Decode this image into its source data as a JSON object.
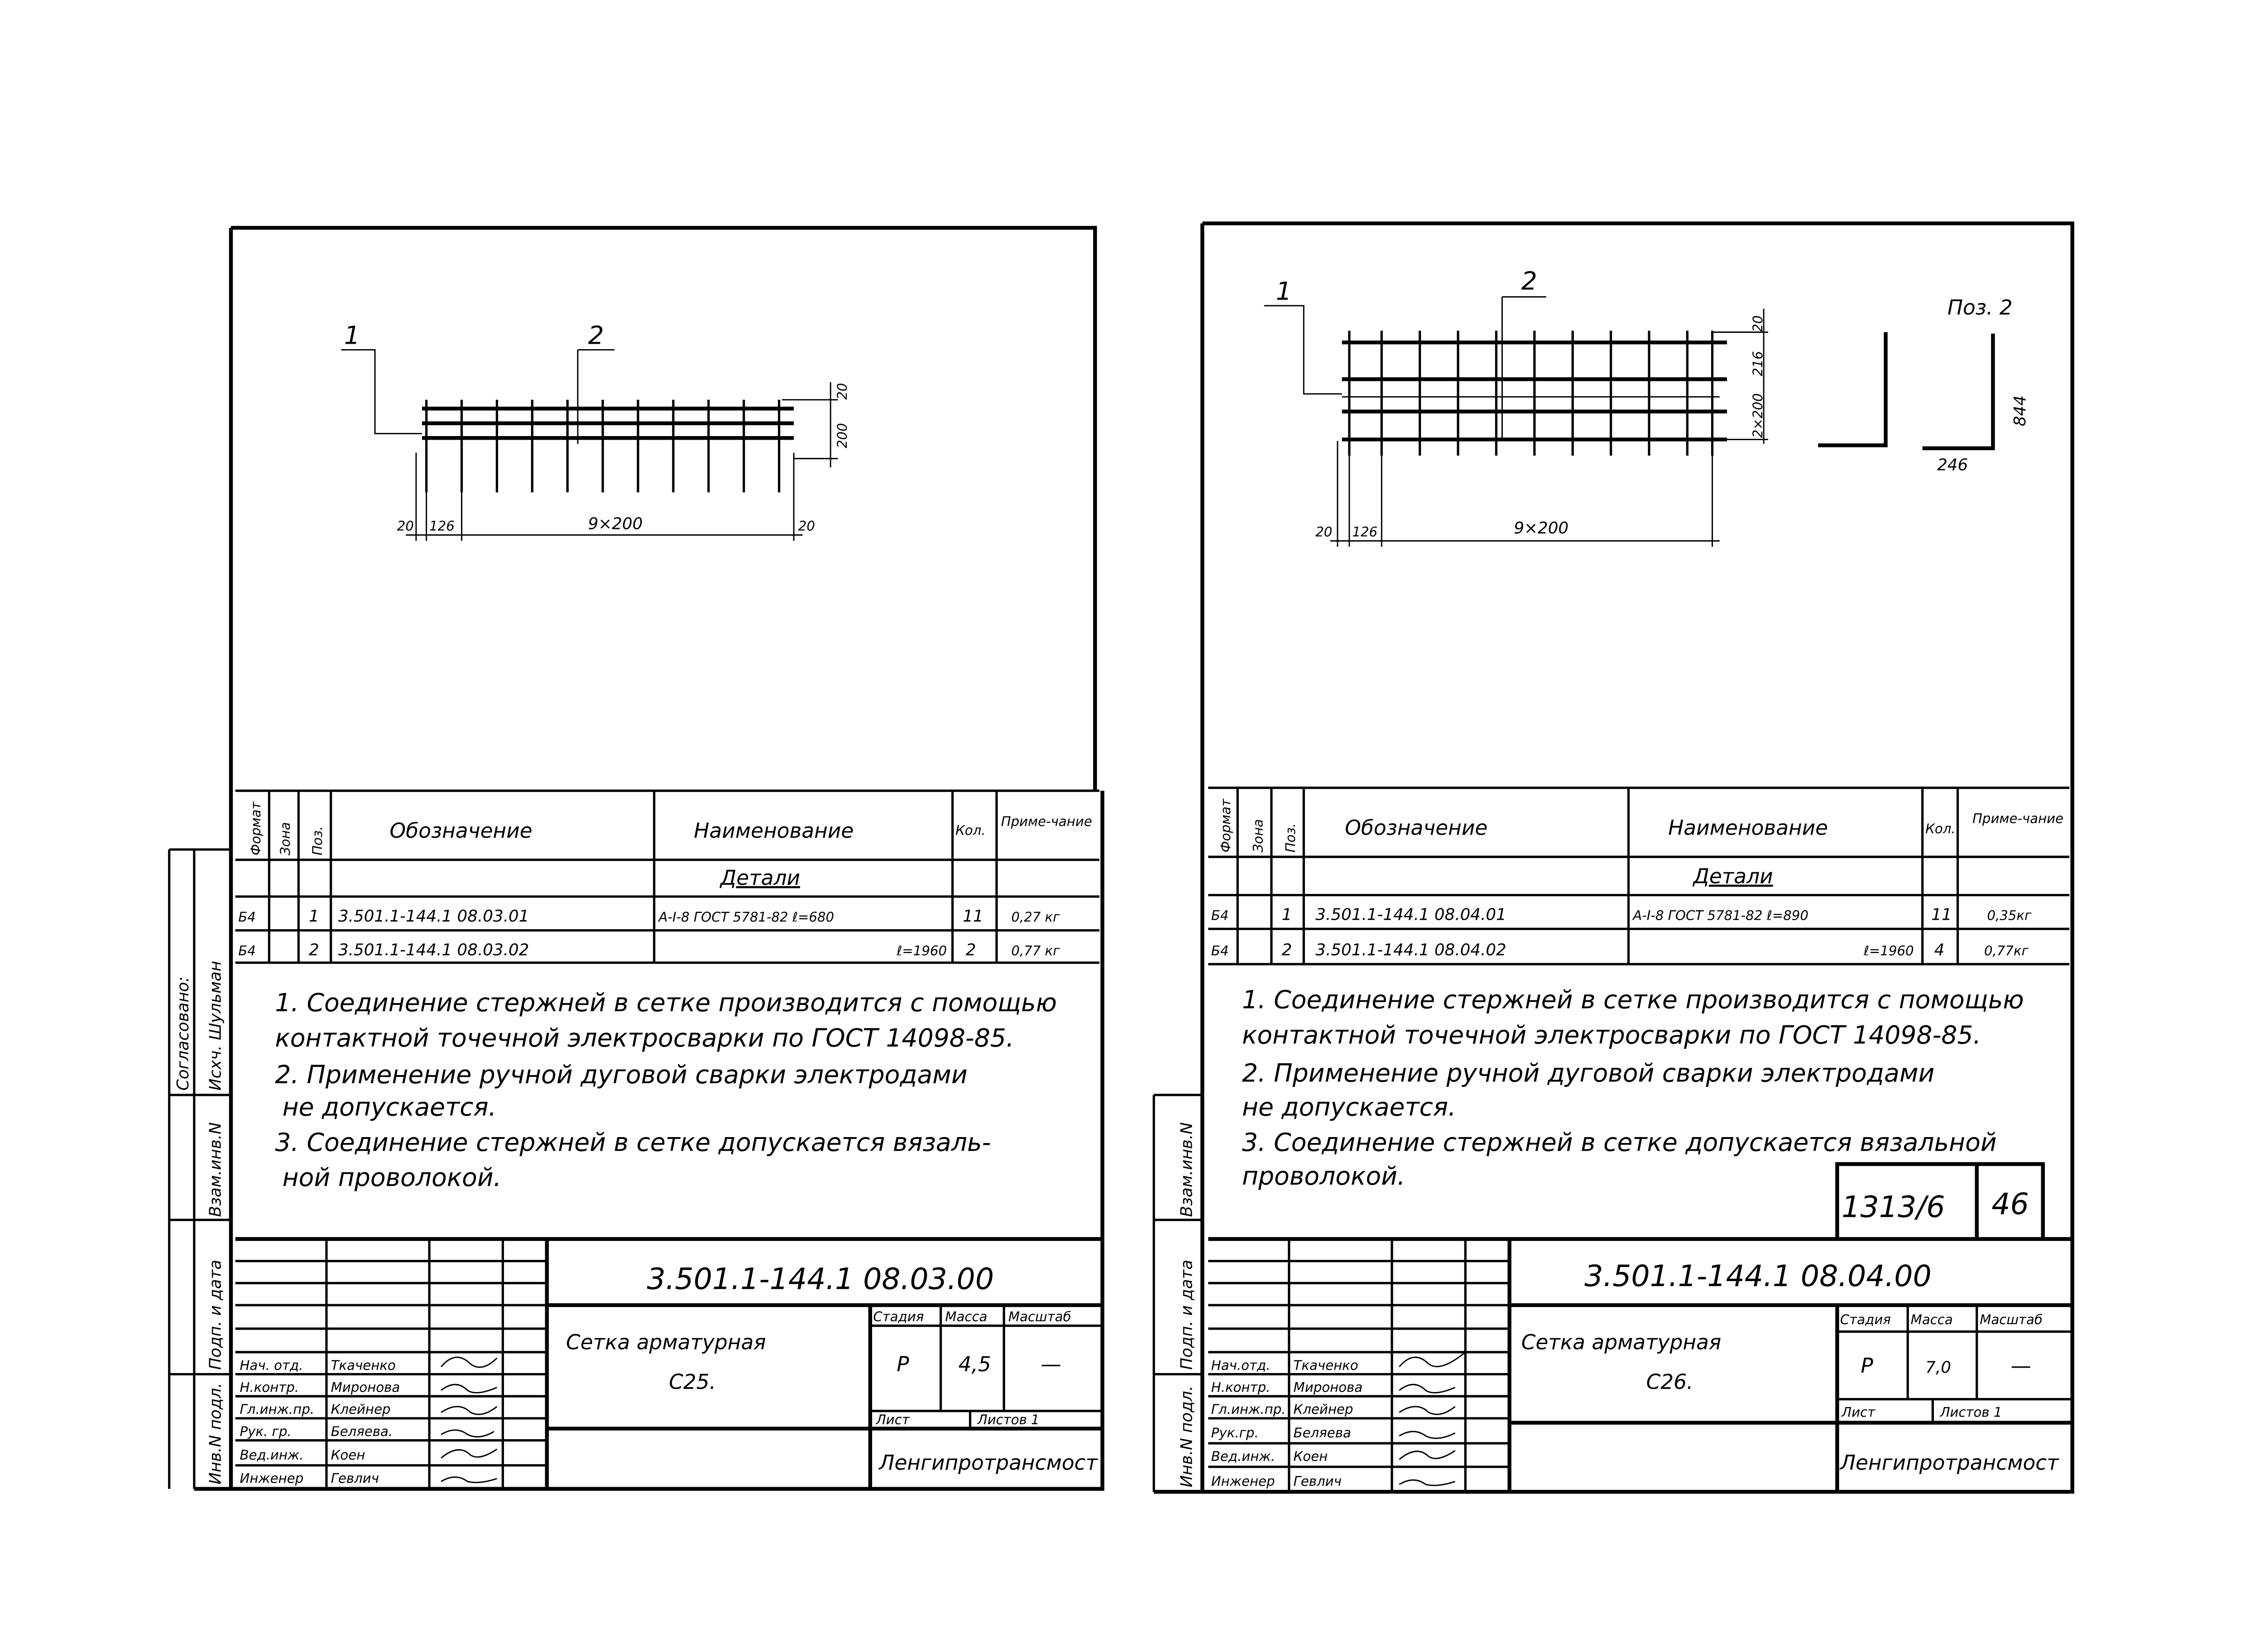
{
  "sheets": [
    {
      "drawing": {
        "pos1": "1",
        "pos2": "2",
        "dim_left": "20",
        "dim_first": "126",
        "dim_span": "9×200",
        "dim_right": "20",
        "dim_top": "20",
        "dim_height": "200"
      },
      "table": {
        "headers": {
          "format": "Формат",
          "zone": "Зона",
          "pos": "Поз.",
          "designation": "Обозначение",
          "name": "Наименование",
          "qty": "Кол.",
          "note": "Приме-чание"
        },
        "section": "Детали",
        "rows": [
          {
            "format": "Б4",
            "pos": "1",
            "designation": "3.501.1-144.1  08.03.01",
            "name": "А-I-8 ГОСТ 5781-82 ℓ=680",
            "qty": "11",
            "note": "0,27 кг"
          },
          {
            "format": "Б4",
            "pos": "2",
            "designation": "3.501.1-144.1  08.03.02",
            "name": "ℓ=1960",
            "qty": "2",
            "note": "0,77 кг"
          }
        ]
      },
      "notes": [
        "1. Соединение  стержней  в сетке  производится с помощью",
        "контактной  точечной  электросварки по ГОСТ 14098-85.",
        "2. Применение  ручной  дуговой  сварки  электродами",
        "не допускается.",
        "3. Соединение  стержней  в сетке  допускается  вязаль-",
        "ной  проволокой."
      ],
      "title_block": {
        "code": "3.501.1-144.1  08.03.00",
        "name_line1": "Сетка арматурная",
        "name_line2": "С25.",
        "stage_label": "Стадия",
        "mass_label": "Масса",
        "scale_label": "Масштаб",
        "stage": "Р",
        "mass": "4,5",
        "scale": "—",
        "sheet_label": "Лист",
        "sheets_label": "Листов  1",
        "org": "Ленгипротрансмост",
        "roles": [
          {
            "role": "Нач. отд.",
            "name": "Ткаченко"
          },
          {
            "role": "Н.контр.",
            "name": "Миронова"
          },
          {
            "role": "Гл.инж.пр.",
            "name": "Клейнер"
          },
          {
            "role": "Рук. гр.",
            "name": "Беляева."
          },
          {
            "role": "Вед.инж.",
            "name": "Коен"
          },
          {
            "role": "Инженер",
            "name": "Гевлич"
          }
        ]
      },
      "side_stamp": {
        "agreed": "Согласовано:",
        "agreed_by": "Исхч. Шульман",
        "replace": "Взам.инв.N",
        "sign_date": "Подп. и дата",
        "inv": "Инв.N подл."
      }
    },
    {
      "drawing": {
        "pos1": "1",
        "pos2": "2",
        "dim_left": "20",
        "dim_first": "126",
        "dim_span": "9×200",
        "dim_top": "20",
        "dim_216": "216",
        "dim_height": "2×200",
        "detail_label": "Поз. 2",
        "detail_height": "844",
        "detail_width": "246"
      },
      "table": {
        "headers": {
          "format": "Формат",
          "zone": "Зона",
          "pos": "Поз.",
          "designation": "Обозначение",
          "name": "Наименование",
          "qty": "Кол.",
          "note": "Приме-чание"
        },
        "section": "Детали",
        "rows": [
          {
            "format": "Б4",
            "pos": "1",
            "designation": "3.501.1-144.1  08.04.01",
            "name": "А-I-8 ГОСТ 5781-82 ℓ=890",
            "qty": "11",
            "note": "0,35кг"
          },
          {
            "format": "Б4",
            "pos": "2",
            "designation": "3.501.1-144.1  08.04.02",
            "name": "ℓ=1960",
            "qty": "4",
            "note": "0,77кг"
          }
        ]
      },
      "notes": [
        "1. Соединение  стержней  в сетке  производится с помощью",
        "контактной  точечной  электросварки по ГОСТ 14098-85.",
        "2. Применение  ручной  дуговой  сварки  электродами",
        "не допускается.",
        "3. Соединение  стержней  в сетке  допускается  вязальной",
        "проволокой."
      ],
      "stamp": {
        "number": "1313/6",
        "page": "46"
      },
      "title_block": {
        "code": "3.501.1-144.1  08.04.00",
        "name_line1": "Сетка арматурная",
        "name_line2": "С26.",
        "stage_label": "Стадия",
        "mass_label": "Масса",
        "scale_label": "Масштаб",
        "stage": "Р",
        "mass": "7,0",
        "scale": "—",
        "sheet_label": "Лист",
        "sheets_label": "Листов  1",
        "org": "Ленгипротрансмост",
        "roles": [
          {
            "role": "Нач.отд.",
            "name": "Ткаченко"
          },
          {
            "role": "Н.контр.",
            "name": "Миронова"
          },
          {
            "role": "Гл.инж.пр.",
            "name": "Клейнер"
          },
          {
            "role": "Рук.гр.",
            "name": "Беляева"
          },
          {
            "role": "Вед.инж.",
            "name": "Коен"
          },
          {
            "role": "Инженер",
            "name": "Гевлич"
          }
        ]
      },
      "side_stamp": {
        "replace": "Взам.инв.N",
        "sign_date": "Подп. и дата",
        "inv": "Инв.N подл."
      }
    }
  ]
}
